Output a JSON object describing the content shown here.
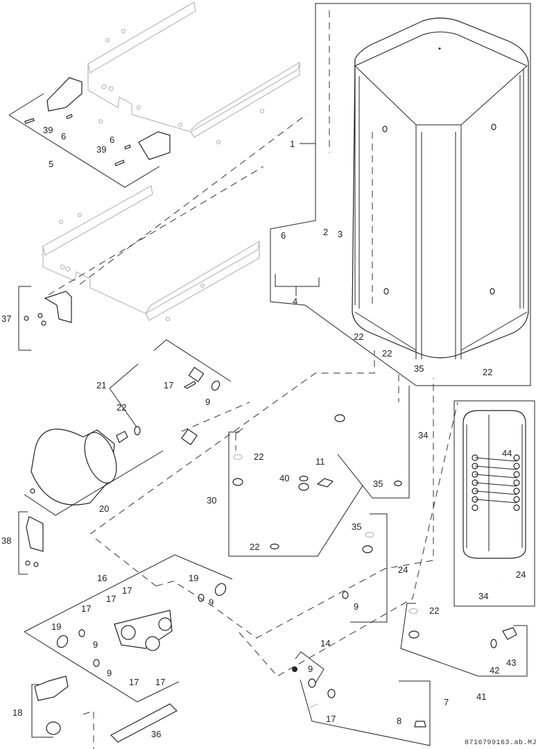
{
  "diagram": {
    "title": "Exploded parts view - hot water cylinder assembly",
    "drawing_code": "8716799163.ab.MJ",
    "callouts": [
      {
        "id": "c1",
        "text": "1"
      },
      {
        "id": "c2",
        "text": "2"
      },
      {
        "id": "c3",
        "text": "3"
      },
      {
        "id": "c4",
        "text": "4"
      },
      {
        "id": "c5",
        "text": "5"
      },
      {
        "id": "c6a",
        "text": "6"
      },
      {
        "id": "c6b",
        "text": "6"
      },
      {
        "id": "c6c",
        "text": "6"
      },
      {
        "id": "c7",
        "text": "7"
      },
      {
        "id": "c8",
        "text": "8"
      },
      {
        "id": "c9a",
        "text": "9"
      },
      {
        "id": "c9b",
        "text": "9"
      },
      {
        "id": "c9c",
        "text": "9"
      },
      {
        "id": "c9d",
        "text": "9"
      },
      {
        "id": "c9e",
        "text": "9"
      },
      {
        "id": "c9f",
        "text": "9"
      },
      {
        "id": "c11",
        "text": "11"
      },
      {
        "id": "c14",
        "text": "14"
      },
      {
        "id": "c16",
        "text": "16"
      },
      {
        "id": "c17a",
        "text": "17"
      },
      {
        "id": "c17b",
        "text": "17"
      },
      {
        "id": "c17c",
        "text": "17"
      },
      {
        "id": "c17d",
        "text": "17"
      },
      {
        "id": "c17e",
        "text": "17"
      },
      {
        "id": "c17f",
        "text": "17"
      },
      {
        "id": "c17g",
        "text": "17"
      },
      {
        "id": "c18",
        "text": "18"
      },
      {
        "id": "c19a",
        "text": "19"
      },
      {
        "id": "c19b",
        "text": "19"
      },
      {
        "id": "c20",
        "text": "20"
      },
      {
        "id": "c21",
        "text": "21"
      },
      {
        "id": "c22a",
        "text": "22"
      },
      {
        "id": "c22b",
        "text": "22"
      },
      {
        "id": "c22c",
        "text": "22"
      },
      {
        "id": "c22d",
        "text": "22"
      },
      {
        "id": "c22e",
        "text": "22"
      },
      {
        "id": "c22f",
        "text": "22"
      },
      {
        "id": "c22g",
        "text": "22"
      },
      {
        "id": "c24a",
        "text": "24"
      },
      {
        "id": "c24b",
        "text": "24"
      },
      {
        "id": "c30",
        "text": "30"
      },
      {
        "id": "c34a",
        "text": "34"
      },
      {
        "id": "c34b",
        "text": "34"
      },
      {
        "id": "c35a",
        "text": "35"
      },
      {
        "id": "c35b",
        "text": "35"
      },
      {
        "id": "c35c",
        "text": "35"
      },
      {
        "id": "c36",
        "text": "36"
      },
      {
        "id": "c37",
        "text": "37"
      },
      {
        "id": "c38",
        "text": "38"
      },
      {
        "id": "c39a",
        "text": "39"
      },
      {
        "id": "c39b",
        "text": "39"
      },
      {
        "id": "c40",
        "text": "40"
      },
      {
        "id": "c41",
        "text": "41"
      },
      {
        "id": "c42",
        "text": "42"
      },
      {
        "id": "c43",
        "text": "43"
      },
      {
        "id": "c44",
        "text": "44"
      }
    ]
  }
}
